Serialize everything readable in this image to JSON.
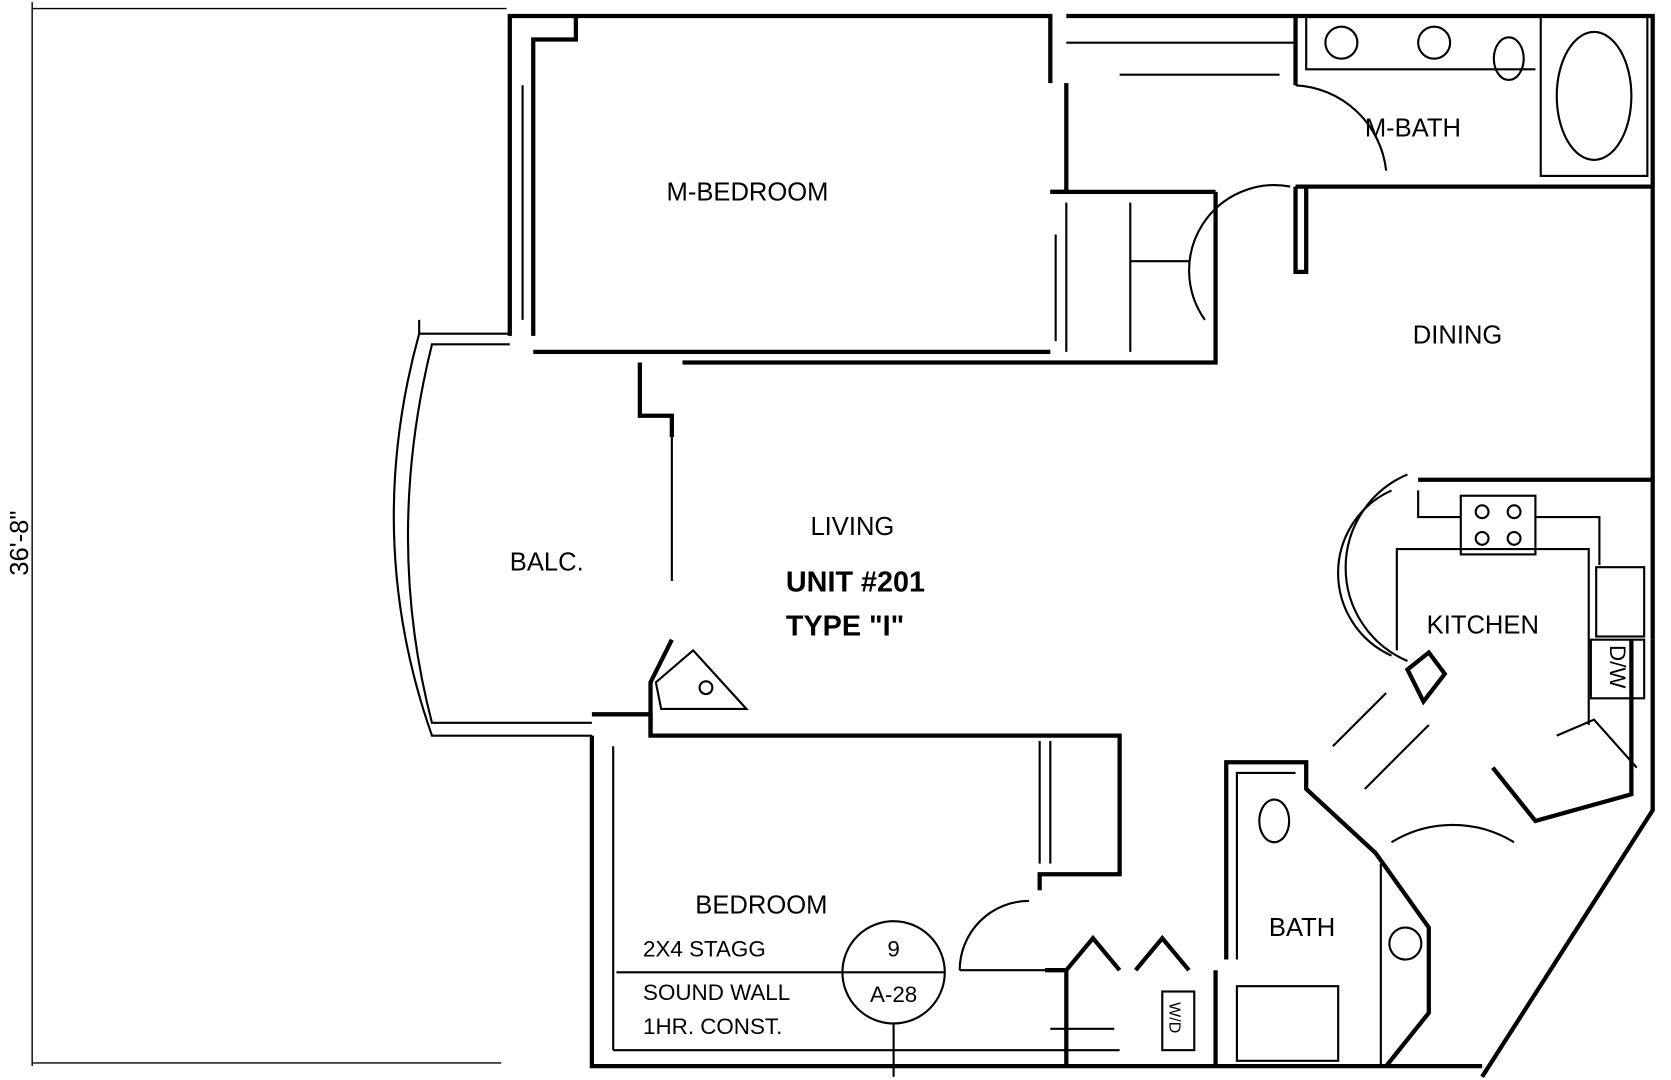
{
  "plan": {
    "dimension": "36'-8\"",
    "rooms": {
      "master_bedroom": "M-BEDROOM",
      "master_bath": "M-BATH",
      "dining": "DINING",
      "living": "LIVING",
      "balcony": "BALC.",
      "kitchen": "KITCHEN",
      "bedroom": "BEDROOM",
      "bath": "BATH"
    },
    "unit": {
      "number": "UNIT  #201",
      "type": "TYPE  \"I\""
    },
    "appliance_labels": {
      "dishwasher": "D/W",
      "water_heater": "W/D"
    },
    "wall_note": {
      "line1": "2X4  STAGG",
      "line2": "SOUND  WALL",
      "line3": "1HR.  CONST."
    },
    "section_marker": {
      "number": "9",
      "sheet": "A-28"
    }
  }
}
